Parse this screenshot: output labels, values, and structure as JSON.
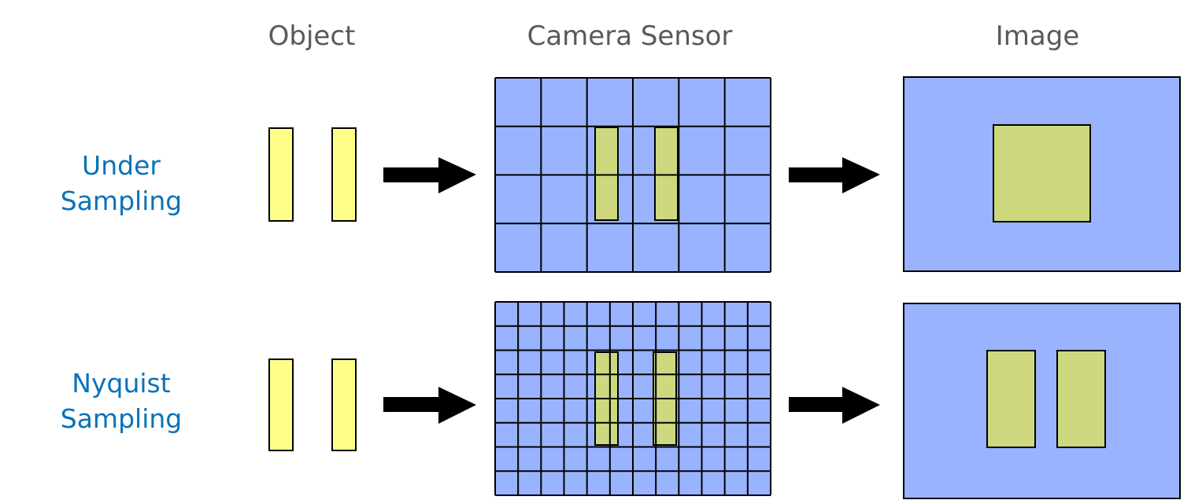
{
  "headers": {
    "object": "Object",
    "sensor": "Camera Sensor",
    "image": "Image"
  },
  "rows": [
    {
      "label_line1": "Under",
      "label_line2": "Sampling",
      "sensor_grid": {
        "columns": 6,
        "rows": 4
      },
      "image_blocks": 1
    },
    {
      "label_line1": "Nyquist",
      "label_line2": "Sampling",
      "sensor_grid": {
        "columns": 12,
        "rows": 8
      },
      "image_blocks": 2
    }
  ],
  "colors": {
    "sensor_fill": "#99b3ff",
    "object_fill": "#ffff88",
    "overlay_fill": "#cdd87f",
    "arrow": "#000000",
    "header_text": "#58595b",
    "label_text": "#0a72b8"
  },
  "icons": {
    "arrow": "right-arrow-icon"
  }
}
